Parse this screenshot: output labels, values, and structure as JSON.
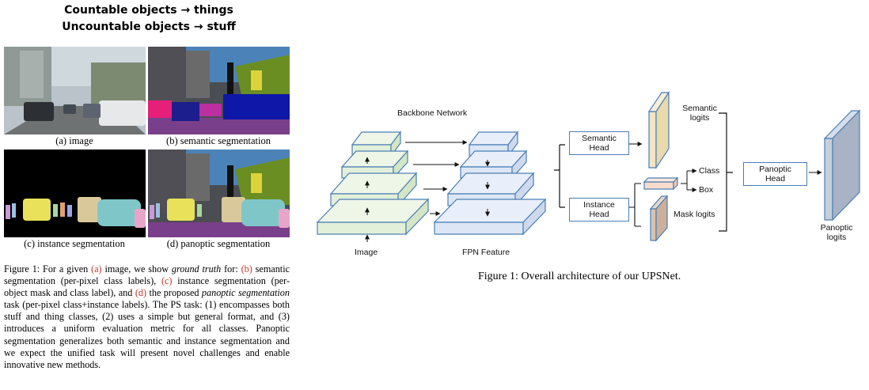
{
  "left": {
    "header": {
      "line1": "Countable objects → things",
      "line2": "Uncountable objects → stuff"
    },
    "panels": [
      {
        "caption": "(a) image"
      },
      {
        "caption": "(b) semantic segmentation"
      },
      {
        "caption": "(c) instance segmentation"
      },
      {
        "caption": "(d) panoptic segmentation"
      }
    ],
    "figure_caption": {
      "p1": "Figure 1: For a given ",
      "a": "(a)",
      "p2": " image, we show ",
      "gt": "ground truth",
      "p3": " for: ",
      "b": "(b)",
      "p4": " semantic segmentation (per-pixel class labels), ",
      "c": "(c)",
      "p5": " instance segmentation (per-object mask and class label), and ",
      "d": "(d)",
      "p6": " the proposed ",
      "ps": "panoptic segmentation",
      "p7": " task (per-pixel class+instance labels). The PS task: (1) encompasses both stuff and thing classes, (2) uses a simple but general format, and (3) introduces a uniform evaluation metric for all classes. Panoptic segmentation generalizes both semantic and instance segmentation and we expect the unified task will present novel challenges and enable innovative new methods."
    }
  },
  "right": {
    "labels": {
      "backbone": "Backbone Network",
      "image": "Image",
      "fpn": "FPN Feature",
      "semantic_head": "Semantic\nHead",
      "instance_head": "Instance\nHead",
      "semantic_logits": "Semantic\nlogits",
      "class": "Class",
      "box": "Box",
      "mask_logits": "Mask logits",
      "panoptic_head": "Panoptic\nHead",
      "panoptic_logits": "Panoptic\nlogits"
    },
    "figure_caption": "Figure 1: Overall architecture of our UPSNet."
  },
  "colors": {
    "backbone_fill": "#e3f0d9",
    "fpn_fill": "#dde6f5",
    "semantic_logit": "#f2e5c4",
    "mask_logit": "#d8c2b0",
    "class_box": "#f8dccb",
    "panoptic_logit": "#a9b3c6",
    "edge": "#4a7fb5",
    "ref_link": "#c0392b"
  }
}
